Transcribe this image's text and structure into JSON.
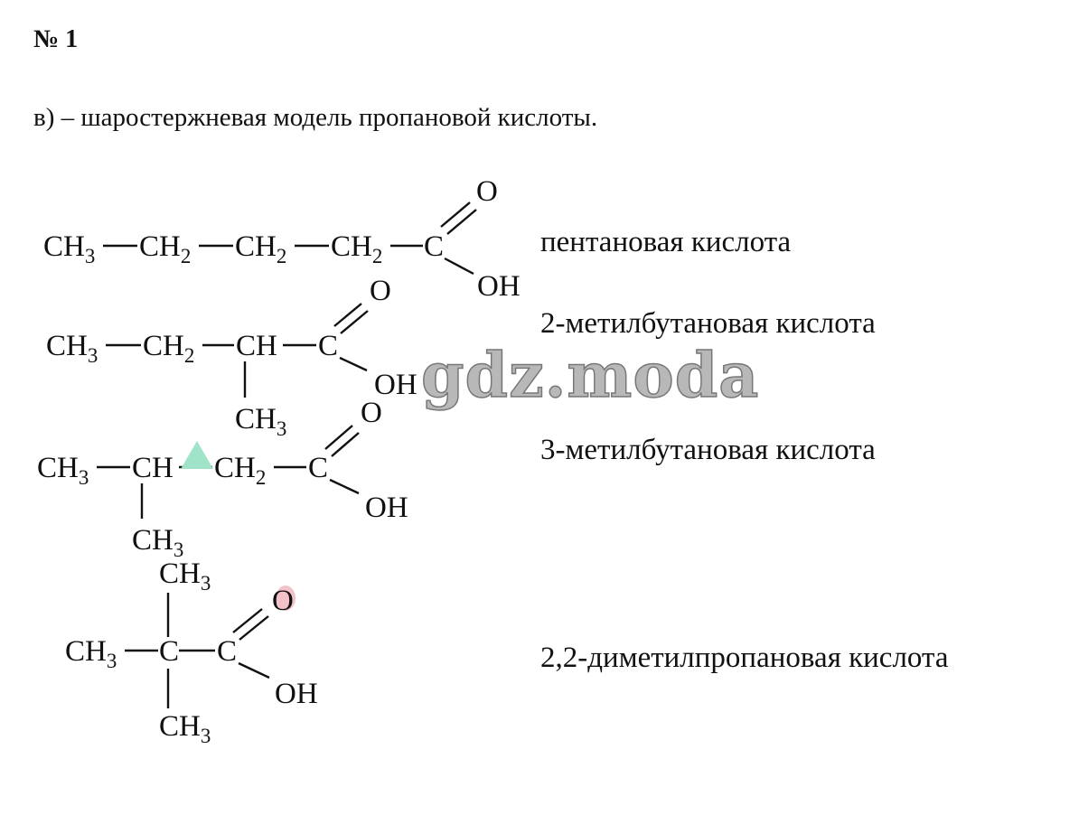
{
  "header": {
    "problem_number": "№ 1"
  },
  "intro": {
    "text": "в) – шаростержневая модель пропановой кислоты."
  },
  "formula": {
    "methyl": "CH",
    "methylene": "CH",
    "methine": "CH",
    "carbon": "C",
    "oxygen": "O",
    "hydroxyl": "OH",
    "sub3": "3",
    "sub2": "2"
  },
  "acids": [
    {
      "name": "пентановая кислота"
    },
    {
      "name": "2-метилбутановая кислота"
    },
    {
      "name": "3-метилбутановая кислота"
    },
    {
      "name": "2,2-диметилпропановая кислота"
    }
  ],
  "watermark": {
    "text": "gdz.moda"
  },
  "colors": {
    "text": "#111111",
    "background": "#ffffff",
    "triangle_accent": "#9fe3c9",
    "oxygen_accent": "#f2c2c8"
  }
}
